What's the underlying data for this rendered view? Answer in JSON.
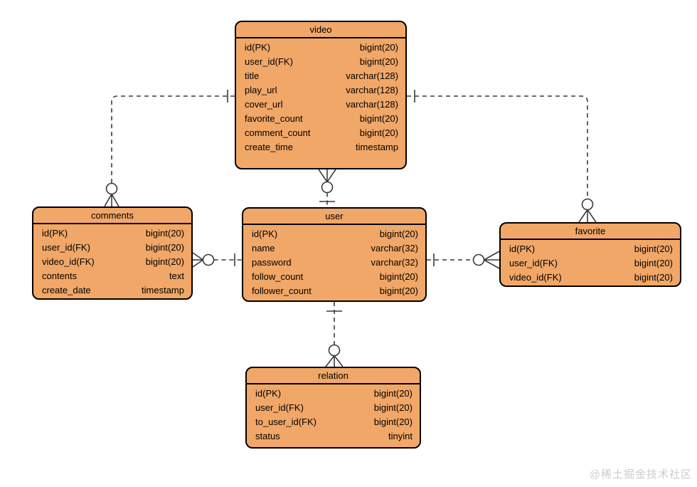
{
  "diagram": {
    "tables": [
      {
        "id": "video",
        "title": "video",
        "fields": [
          {
            "name": "id(PK)",
            "type": "bigint(20)"
          },
          {
            "name": "user_id(FK)",
            "type": "bigint(20)"
          },
          {
            "name": "title",
            "type": "varchar(128)"
          },
          {
            "name": "play_url",
            "type": "varchar(128)"
          },
          {
            "name": "cover_url",
            "type": "varchar(128)"
          },
          {
            "name": "favorite_count",
            "type": "bigint(20)"
          },
          {
            "name": "comment_count",
            "type": "bigint(20)"
          },
          {
            "name": "create_time",
            "type": "timestamp"
          }
        ]
      },
      {
        "id": "comments",
        "title": "comments",
        "fields": [
          {
            "name": "id(PK)",
            "type": "bigint(20)"
          },
          {
            "name": "user_id(FK)",
            "type": "bigint(20)"
          },
          {
            "name": "video_id(FK)",
            "type": "bigint(20)"
          },
          {
            "name": "contents",
            "type": "text"
          },
          {
            "name": "create_date",
            "type": "timestamp"
          }
        ]
      },
      {
        "id": "user",
        "title": "user",
        "fields": [
          {
            "name": "id(PK)",
            "type": "bigint(20)"
          },
          {
            "name": "name",
            "type": "varchar(32)"
          },
          {
            "name": "password",
            "type": "varchar(32)"
          },
          {
            "name": "follow_count",
            "type": "bigint(20)"
          },
          {
            "name": "follower_count",
            "type": "bigint(20)"
          }
        ]
      },
      {
        "id": "favorite",
        "title": "favorite",
        "fields": [
          {
            "name": "id(PK)",
            "type": "bigint(20)"
          },
          {
            "name": "user_id(FK)",
            "type": "bigint(20)"
          },
          {
            "name": "video_id(FK)",
            "type": "bigint(20)"
          }
        ]
      },
      {
        "id": "relation",
        "title": "relation",
        "fields": [
          {
            "name": "id(PK)",
            "type": "bigint(20)"
          },
          {
            "name": "user_id(FK)",
            "type": "bigint(20)"
          },
          {
            "name": "to_user_id(FK)",
            "type": "bigint(20)"
          },
          {
            "name": "status",
            "type": "tinyint"
          }
        ]
      }
    ],
    "relationships": [
      {
        "id": "video-comments",
        "from": "video",
        "to": "comments",
        "from_end": "one",
        "to_end": "zero-or-many"
      },
      {
        "id": "video-user",
        "from": "video",
        "to": "user",
        "from_end": "zero-or-many",
        "to_end": "one"
      },
      {
        "id": "comments-user",
        "from": "comments",
        "to": "user",
        "from_end": "zero-or-many",
        "to_end": "one"
      },
      {
        "id": "user-favorite",
        "from": "user",
        "to": "favorite",
        "from_end": "one",
        "to_end": "zero-or-many"
      },
      {
        "id": "user-relation",
        "from": "user",
        "to": "relation",
        "from_end": "one",
        "to_end": "zero-or-many"
      },
      {
        "id": "video-favorite",
        "from": "video",
        "to": "favorite",
        "from_end": "one",
        "to_end": "zero-or-many"
      }
    ]
  },
  "watermark": "@稀土掘金技术社区",
  "colors": {
    "table_fill": "#F1A767",
    "table_border": "#000000",
    "line": "#3a3a3a",
    "text": "#000000",
    "watermark": "#cccccc",
    "background": "#ffffff"
  }
}
